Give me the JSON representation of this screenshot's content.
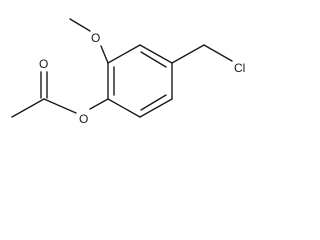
{
  "molecule": {
    "atom_labels": {
      "methoxy_oxygen": "O",
      "ester_oxygen": "O",
      "carbonyl_oxygen": "O",
      "chlorine": "Cl"
    },
    "colors": {
      "line": "#1a1a1a",
      "background": "#ffffff"
    }
  }
}
